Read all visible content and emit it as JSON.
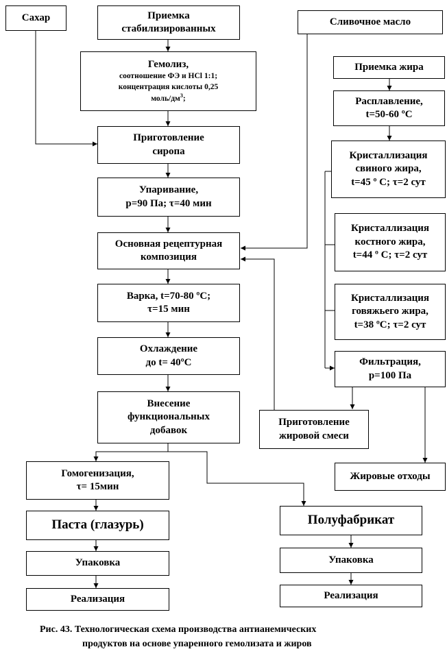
{
  "boxes": {
    "sahar": "Сахар",
    "priemka_stab": [
      "Приемка",
      "стабилизированных"
    ],
    "gemoliz": {
      "title": "Гемолиз,",
      "lines": [
        "соотношение ФЭ и HCl 1:1;",
        "концентрация кислоты 0,25",
        "моль/дм"
      ],
      "sup": "3",
      "tail": ";"
    },
    "prigotovlenie_siropa": [
      "Приготовление",
      "сиропа"
    ],
    "uparivanie": [
      "Упаривание,",
      "р=90 Па; τ=40 мин"
    ],
    "osnovnaya": [
      "Основная рецептурная",
      "композиция"
    ],
    "varka": [
      "Варка, t=70-80 ºC;",
      "τ=15 мин"
    ],
    "ohlazhdenie": [
      "Охлаждение",
      "до t= 40ºC"
    ],
    "vnesenie": [
      "Внесение",
      "функциональных",
      "добавок"
    ],
    "gomogenizaciya": [
      "Гомогенизация,",
      "τ= 15мин"
    ],
    "pasta": "Паста (глазурь)",
    "upakovka_left": "Упаковка",
    "realizaciya_left": "Реализация",
    "slivochnoe": "Сливочное масло",
    "priemka_zhira": "Приемка жира",
    "rasplavlenie": [
      "Расплавление,",
      "t=50-60 ºC"
    ],
    "krist_svinogo": [
      "Кристаллизация",
      "свиного жира,",
      "t=45 º C; τ=2 сут"
    ],
    "krist_kostnogo": [
      "Кристаллизация",
      "костного жира,",
      "t=44 º C; τ=2 сут"
    ],
    "krist_govyazhego": [
      "Кристаллизация",
      "говяжьего жира,",
      "t=38 ºC; τ=2 сут"
    ],
    "filtraciya": [
      "Фильтрация,",
      "р=100 Па"
    ],
    "prigotovlenie_smesi": [
      "Приготовление",
      "жировой смеси"
    ],
    "zhirovye_othody": "Жировые отходы",
    "polufabrikat": "Полуфабрикат",
    "upakovka_right": "Упаковка",
    "realizaciya_right": "Реализация"
  },
  "caption": [
    "Рис. 43. Технологическая схема производства антианемических",
    "продуктов на основе упаренного гемолизата и жиров"
  ]
}
